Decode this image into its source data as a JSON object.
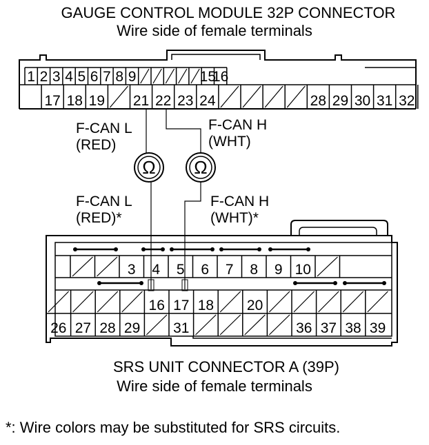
{
  "top_connector": {
    "title": "GAUGE CONTROL MODULE 32P CONNECTOR",
    "subtitle": "Wire side of female terminals",
    "row1": [
      "1",
      "2",
      "3",
      "4",
      "5",
      "6",
      "7",
      "8",
      "9",
      "",
      "",
      "",
      "",
      "",
      "15",
      "16"
    ],
    "row2": [
      "",
      "17",
      "18",
      "19",
      "",
      "21",
      "22",
      "23",
      "24",
      "",
      "",
      "",
      "",
      "28",
      "29",
      "30",
      "31",
      "32"
    ]
  },
  "meter_left": {
    "label_line1": "F-CAN L",
    "label_line2": "(RED)",
    "symbol": "Ω"
  },
  "meter_right": {
    "label_line1": "F-CAN H",
    "label_line2": "(WHT)",
    "symbol": "Ω"
  },
  "srs_left": {
    "label_line1": "F-CAN L",
    "label_line2": "(RED)*"
  },
  "srs_right": {
    "label_line1": "F-CAN H",
    "label_line2": "(WHT)*"
  },
  "bottom_connector": {
    "title": "SRS UNIT CONNECTOR A (39P)",
    "subtitle": "Wire side of female terminals",
    "row1": [
      "",
      "",
      "3",
      "4",
      "5",
      "6",
      "7",
      "8",
      "9",
      "10",
      ""
    ],
    "row2": [
      "",
      "",
      "",
      "",
      "16",
      "17",
      "18",
      "",
      "20",
      "",
      "",
      "",
      "",
      ""
    ],
    "row3": [
      "26",
      "27",
      "28",
      "29",
      "",
      "31",
      "",
      "",
      "",
      "",
      "36",
      "37",
      "38",
      "39"
    ]
  },
  "footnote": "*: Wire colors may be substituted for SRS circuits."
}
